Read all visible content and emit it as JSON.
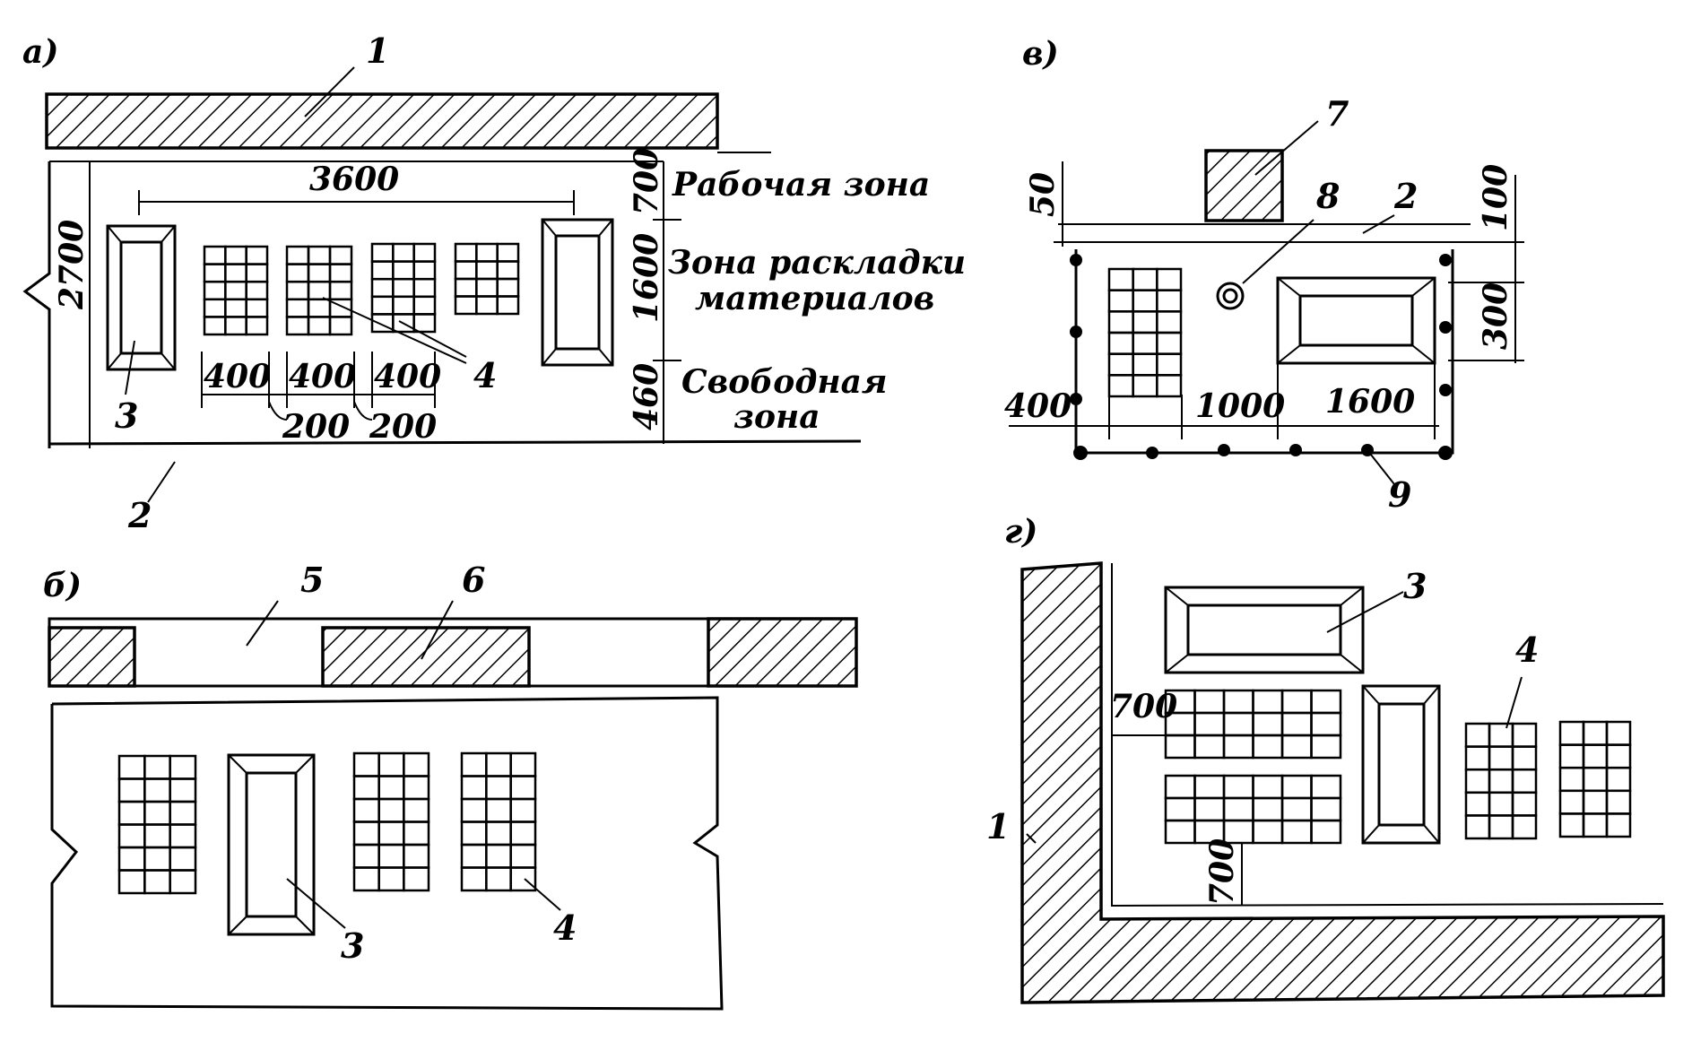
{
  "panels": {
    "a": {
      "letter": "а)",
      "labels": {
        "wall": "1",
        "zone_area": "2",
        "box": "3",
        "pallet": "4"
      },
      "zones": {
        "work": "Рабочая зона",
        "materials_1": "Зона раскладки",
        "materials_2": "материалов",
        "free_1": "Свободная",
        "free_2": "зона"
      },
      "dims": {
        "total_height": "2700",
        "span": "3600",
        "work_zone": "700",
        "materials_zone": "1600",
        "free_zone": "460",
        "pallet_w1": "400",
        "pallet_w2": "400",
        "pallet_w3": "400",
        "gap1": "200",
        "gap2": "200"
      }
    },
    "b": {
      "letter": "б)",
      "labels": {
        "opening": "5",
        "pier": "6",
        "box": "3",
        "pallet": "4"
      }
    },
    "v": {
      "letter": "в)",
      "labels": {
        "column": "7",
        "mark": "8",
        "box": "2",
        "fence": "9"
      },
      "dims": {
        "top_gap": "50",
        "right_gap": "100",
        "box_height": "300",
        "left_offset": "400",
        "spacing": "1000",
        "box_width": "1600"
      }
    },
    "g": {
      "letter": "г)",
      "labels": {
        "wall": "1",
        "box": "3",
        "pallet": "4"
      },
      "dims": {
        "wall_gap_side": "700",
        "wall_gap_bottom": "700"
      }
    }
  }
}
